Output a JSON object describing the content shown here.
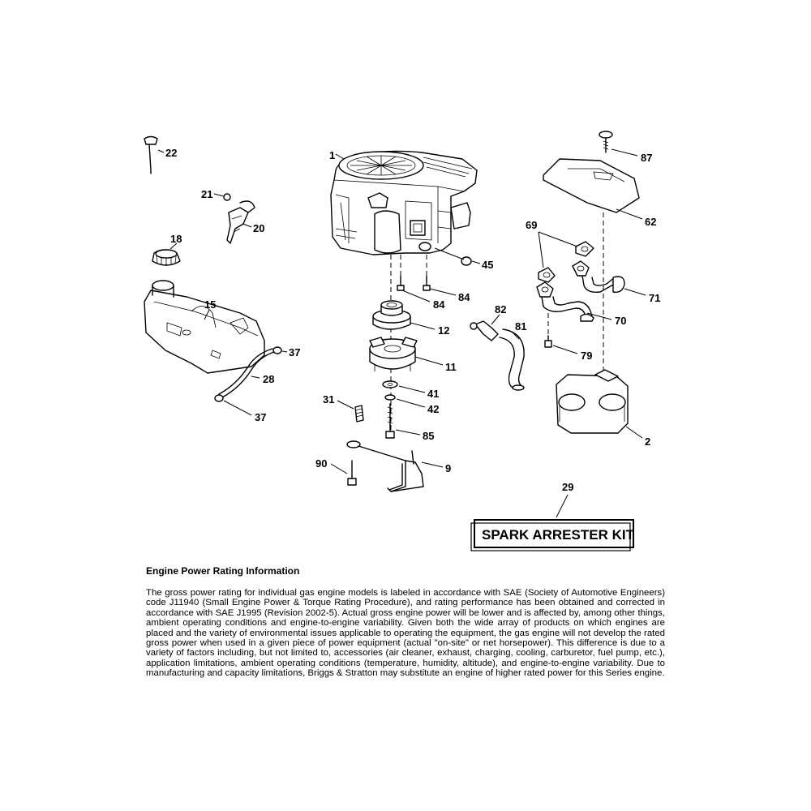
{
  "callouts": {
    "c1": "1",
    "c2": "2",
    "c9": "9",
    "c11": "11",
    "c12": "12",
    "c15": "15",
    "c18": "18",
    "c20": "20",
    "c21": "21",
    "c22": "22",
    "c28": "28",
    "c29": "29",
    "c31": "31",
    "c37a": "37",
    "c37b": "37",
    "c41": "41",
    "c42": "42",
    "c45": "45",
    "c62": "62",
    "c69": "69",
    "c70": "70",
    "c71": "71",
    "c79": "79",
    "c81": "81",
    "c82": "82",
    "c84a": "84",
    "c84b": "84",
    "c85": "85",
    "c87": "87",
    "c90": "90"
  },
  "kit_label": "SPARK ARRESTER KIT",
  "info": {
    "title": "Engine Power Rating Information",
    "body": "The gross power rating for individual gas engine models is labeled in accordance with SAE (Society of Automotive Engineers) code J11940 (Small Engine Power & Torque Rating Procedure), and rating performance has been obtained and corrected in accordance with SAE J1995 (Revision 2002-5). Actual gross engine power will be lower and is affected by, among other things, ambient operating conditions and engine-to-engine variability. Given both the wide array of products on which engines are placed and the variety of environmental issues applicable to operating the equipment, the gas engine will not develop the rated gross power when used in a given piece of power equipment (actual \"on-site\" or net horsepower). This difference is due to a variety of factors including, but not limited to, accessories (air cleaner, exhaust, charging, cooling, carburetor, fuel pump, etc.), application limitations, ambient operating conditions (temperature, humidity, altitude), and engine-to-engine variability. Due to manufacturing and capacity limitations, Briggs & Stratton may substitute an engine of higher rated power for this Series engine."
  }
}
